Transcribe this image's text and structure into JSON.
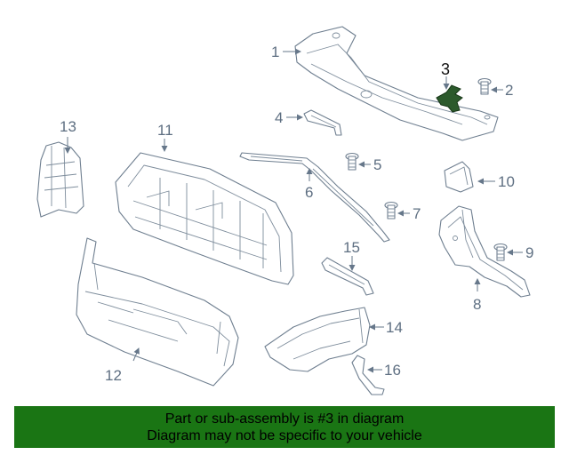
{
  "callouts": {
    "c1": "1",
    "c2": "2",
    "c3": "3",
    "c4": "4",
    "c5": "5",
    "c6": "6",
    "c7": "7",
    "c8": "8",
    "c9": "9",
    "c10": "10",
    "c11": "11",
    "c12": "12",
    "c13": "13",
    "c14": "14",
    "c15": "15",
    "c16": "16"
  },
  "highlight_part": "3",
  "colors": {
    "banner_bg": "#1a7514",
    "highlight_part": "#2c5a2c",
    "line_art": "#6f7f90"
  },
  "banner": {
    "line1": "Part or sub-assembly is #3 in diagram",
    "line2": "Diagram may not be specific to your vehicle"
  }
}
